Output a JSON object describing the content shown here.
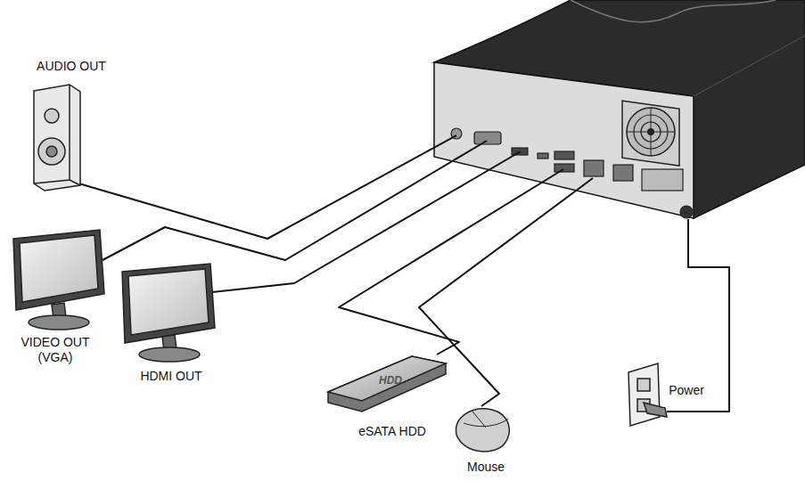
{
  "diagram": {
    "labels": [
      "AUDIO OUT",
      "VIDEO OUT (VGA)",
      "HDMI OUT",
      "HDD",
      "eSATA HDD",
      "Mouse",
      "Power"
    ]
  }
}
